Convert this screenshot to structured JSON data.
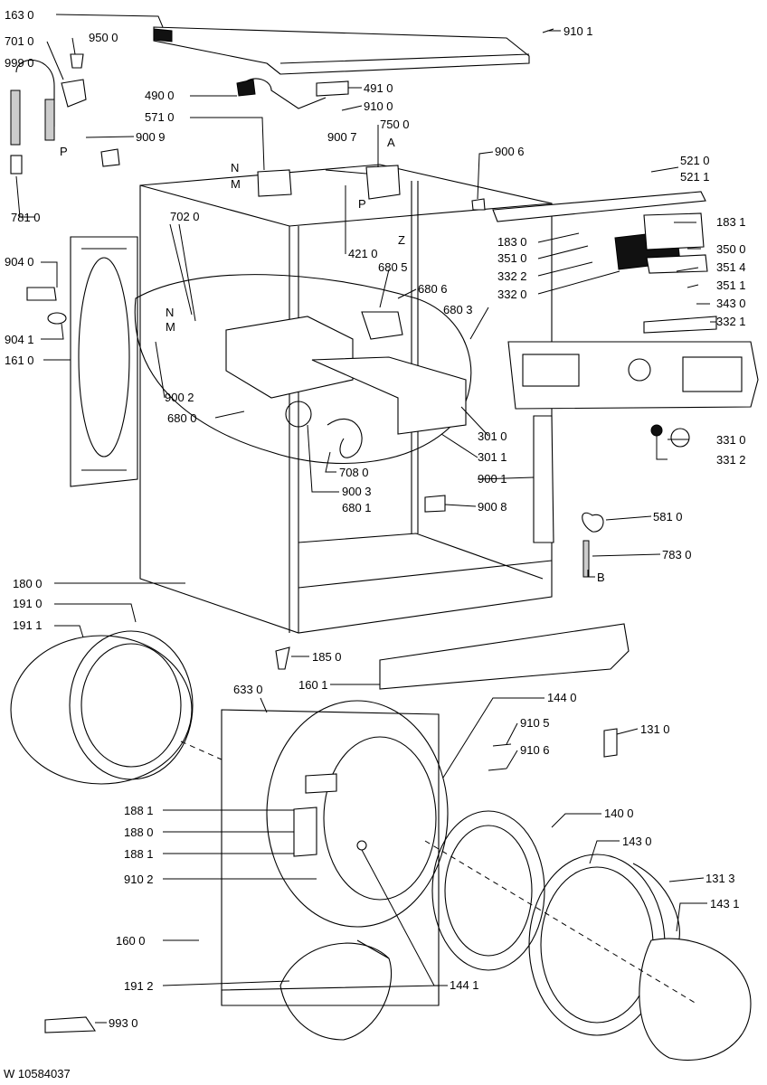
{
  "footer": "W 10584037",
  "labels": [
    "163 0",
    "910 1",
    "701 0",
    "950 0",
    "999 0",
    "490 0",
    "491 0",
    "910 0",
    "571 0",
    "750 0",
    "900 9",
    "900 7",
    "A",
    "900 6",
    "521 0",
    "521 1",
    "N",
    "M",
    "P",
    "P",
    "781 0",
    "421 0",
    "Z",
    "183 0",
    "183 1",
    "351 0",
    "350 0",
    "702 0",
    "332 2",
    "351 4",
    "680 5",
    "680 6",
    "332 0",
    "351 1",
    "904 0",
    "343 0",
    "N",
    "M",
    "680 3",
    "332 1",
    "904 1",
    "161 0",
    "900 2",
    "680 0",
    "301 0",
    "331 0",
    "301 1",
    "331 2",
    "708 0",
    "900 1",
    "900 3",
    "680 1",
    "900 8",
    "581 0",
    "783 0",
    "B",
    "180 0",
    "191 0",
    "191 1",
    "185 0",
    "633 0",
    "160 1",
    "144 0",
    "910 5",
    "131 0",
    "910 6",
    "188 1",
    "188 0",
    "188 1",
    "140 0",
    "143 0",
    "910 2",
    "131 3",
    "143 1",
    "160 0",
    "191 2",
    "144 1",
    "993 0"
  ]
}
